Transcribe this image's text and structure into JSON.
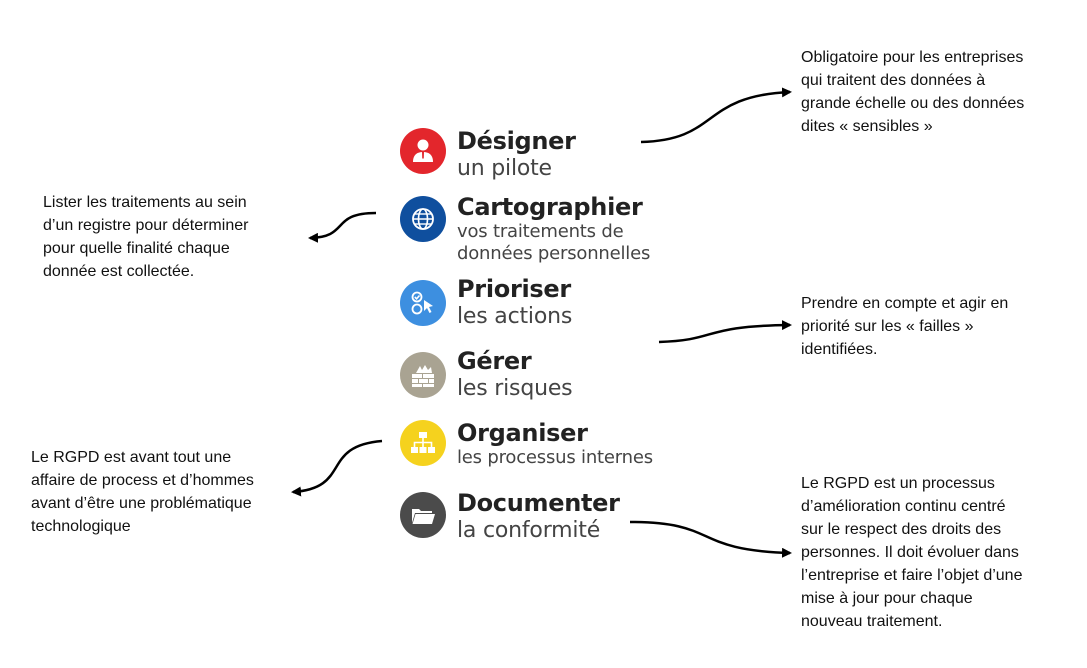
{
  "steps": [
    {
      "title": "Désigner",
      "subtitle": "un pilote",
      "color": "#e3262c",
      "icon": "user-icon"
    },
    {
      "title": "Cartographier",
      "subtitle_lines": [
        "vos traitements de",
        "données personnelles"
      ],
      "color": "#0f4f9e",
      "icon": "globe-icon"
    },
    {
      "title": "Prioriser",
      "subtitle": "les actions",
      "color": "#3d8fe0",
      "icon": "checklist-cursor-icon"
    },
    {
      "title": "Gérer",
      "subtitle": "les risques",
      "color": "#a9a392",
      "icon": "brick-wall-icon"
    },
    {
      "title": "Organiser",
      "subtitle": "les processus internes",
      "color": "#f5d21e",
      "icon": "org-chart-icon"
    },
    {
      "title": "Documenter",
      "subtitle": "la conformité",
      "color": "#4b4b4b",
      "icon": "folder-icon"
    }
  ],
  "notes": {
    "designer": [
      "Obligatoire pour les entreprises",
      "qui traitent des données à",
      "grande échelle ou des données",
      "dites « sensibles »"
    ],
    "cartographier": [
      "Lister les traitements au sein",
      "d’un registre pour déterminer",
      "pour quelle finalité chaque",
      "donnée est collectée."
    ],
    "prioriser": [
      "Prendre en compte et agir en",
      "priorité sur les « failles »",
      "identifiées."
    ],
    "organiser": [
      "Le RGPD est avant tout une",
      "affaire de process et d’hommes",
      "avant d’être une problématique",
      "technologique"
    ],
    "documenter": [
      "Le RGPD est un processus",
      "d’amélioration continu centré",
      "sur le respect des droits des",
      "personnes. Il doit évoluer dans",
      "l’entreprise et faire l’objet d’une",
      "mise à jour pour chaque",
      "nouveau traitement."
    ]
  }
}
